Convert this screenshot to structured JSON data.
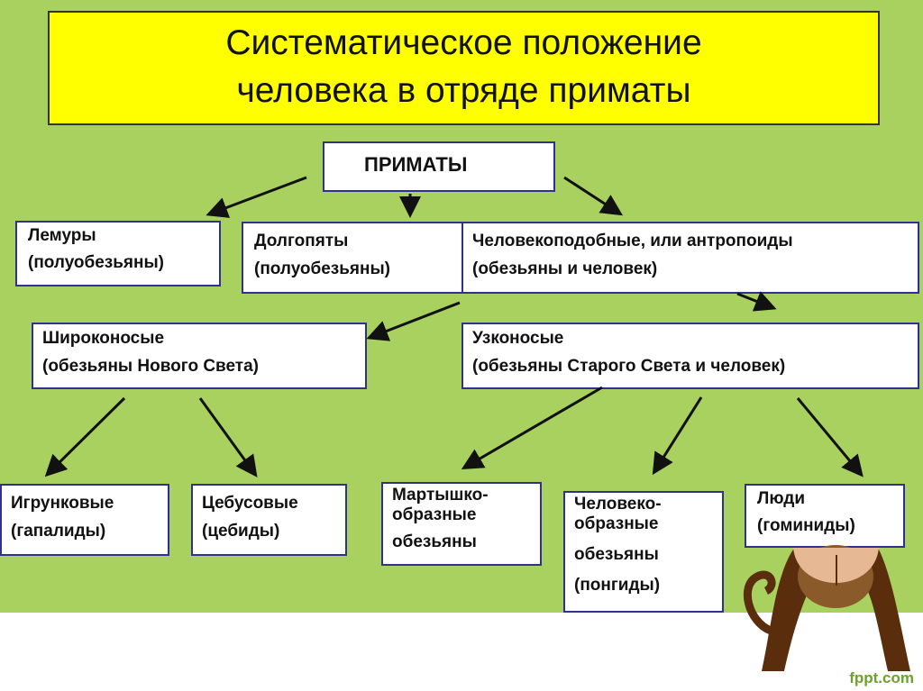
{
  "title": {
    "line1": "Систематическое положение",
    "line2": "человека в отряде приматы"
  },
  "nodes": {
    "primates": "ПРИМАТЫ",
    "lemurs": {
      "name": "Лемуры",
      "note": "(полуобезьяны)"
    },
    "tarsiers": {
      "name": "Долгопяты",
      "note": "(полуобезьяны)"
    },
    "anthropoids": {
      "name": "Человекоподобные, или антропоиды",
      "note": "(обезьяны и человек)"
    },
    "platyrrhini": {
      "name": "Широконосые",
      "note": "(обезьяны Нового Света)"
    },
    "catarrhini": {
      "name": "Узконосые",
      "note": "(обезьяны Старого Света и человек)"
    },
    "marmosets": {
      "name": "Игрунковые",
      "note": "(гапалиды)"
    },
    "cebids": {
      "name": "Цебусовые",
      "note": "(цебиды)"
    },
    "monkeys": {
      "l1": "Мартышко-",
      "l2": "образные",
      "l3": "обезьяны"
    },
    "apes": {
      "l1": "Человеко-",
      "l2": "образные",
      "l3": "обезьяны",
      "l4": "(понгиды)"
    },
    "humans": {
      "name": "Люди",
      "note": "(гоминиды)"
    }
  },
  "footer": "fppt.com",
  "colors": {
    "background": "#a9d15f",
    "title_bg": "#ffff00",
    "border": "#2e3192"
  }
}
